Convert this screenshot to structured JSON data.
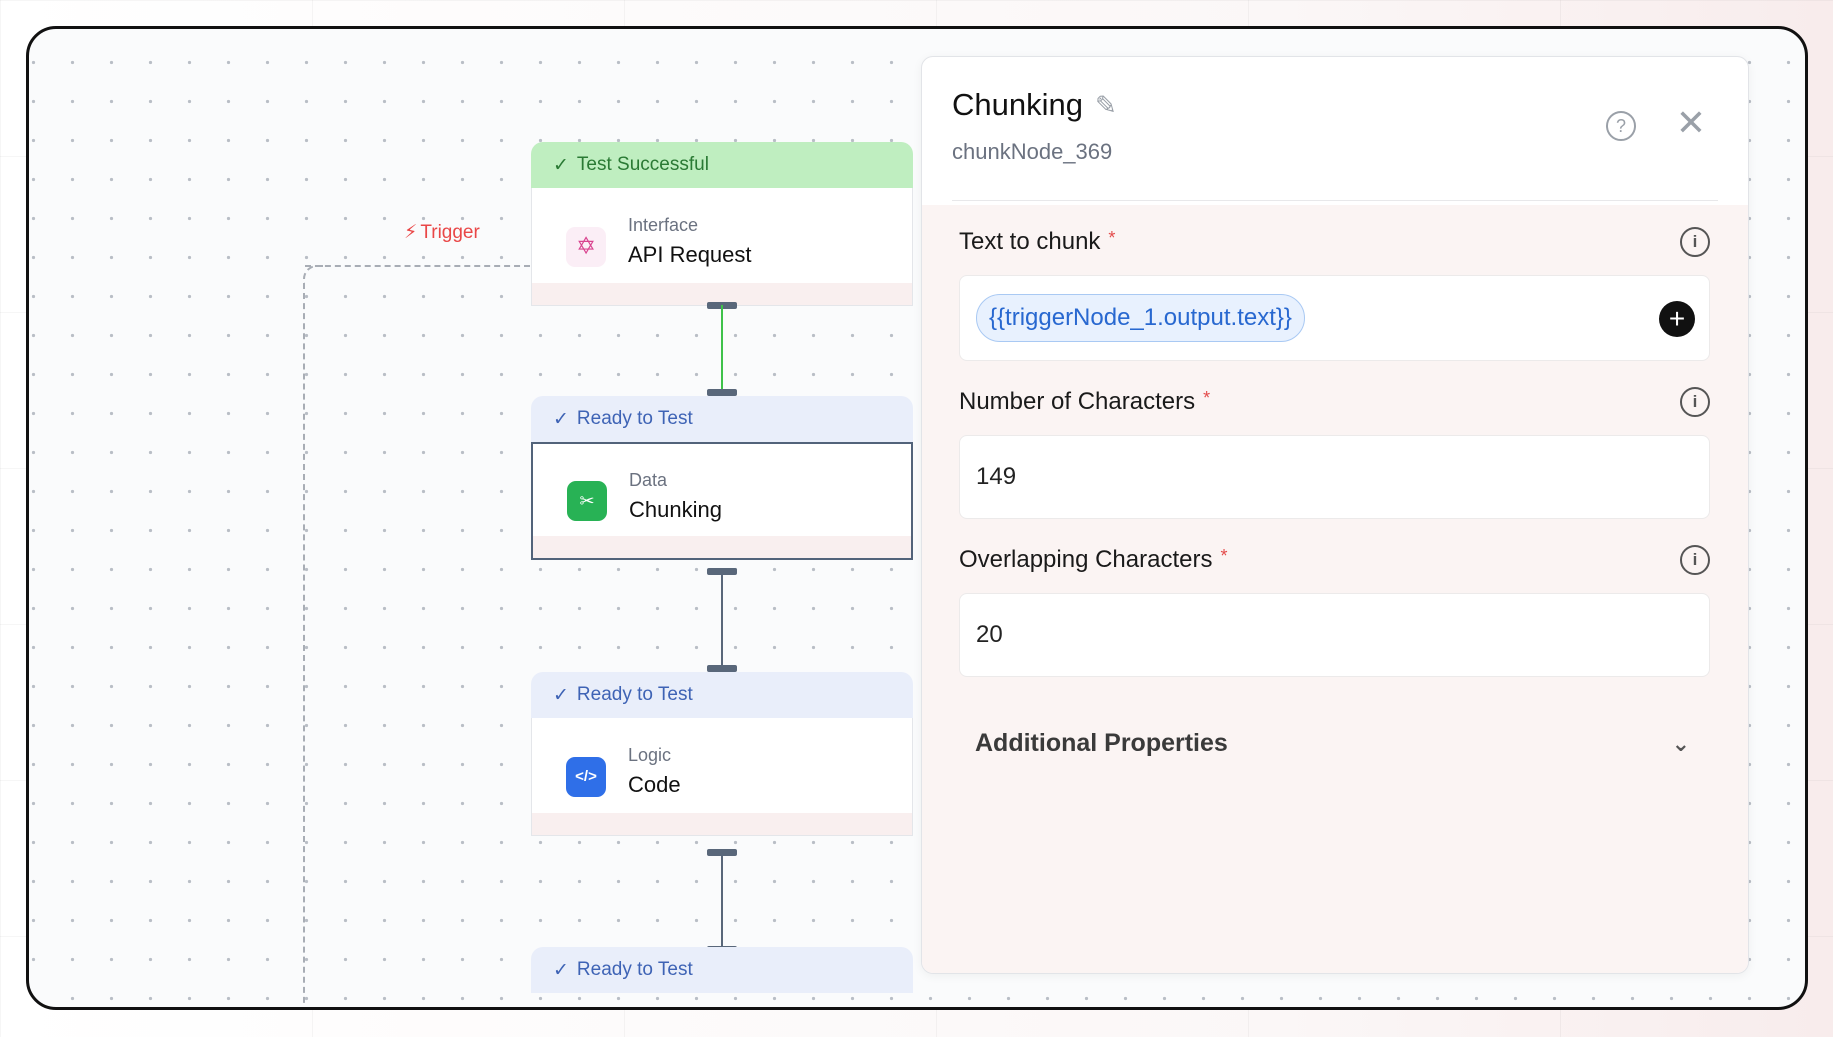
{
  "canvas": {
    "trigger_label": "Trigger",
    "nodes": [
      {
        "status": "Test Successful",
        "kind": "Interface",
        "title": "API Request",
        "icon": "api-request-icon"
      },
      {
        "status": "Ready to Test",
        "kind": "Data",
        "title": "Chunking",
        "icon": "chunking-icon"
      },
      {
        "status": "Ready to Test",
        "kind": "Logic",
        "title": "Code",
        "icon": "code-icon"
      },
      {
        "status": "Ready to Test"
      }
    ]
  },
  "panel": {
    "title": "Chunking",
    "node_id": "chunkNode_369",
    "fields": [
      {
        "label": "Text to chunk",
        "value": "{{triggerNode_1.output.text}}"
      },
      {
        "label": "Number of Characters",
        "value": "149"
      },
      {
        "label": "Overlapping Characters",
        "value": "20"
      }
    ],
    "additional_label": "Additional Properties"
  },
  "colors": {
    "success_bg": "#bfeec0",
    "ready_bg": "#e9eefa",
    "required": "#e34a4a",
    "trigger": "#e94747",
    "variable_chip": "#2868d0"
  }
}
